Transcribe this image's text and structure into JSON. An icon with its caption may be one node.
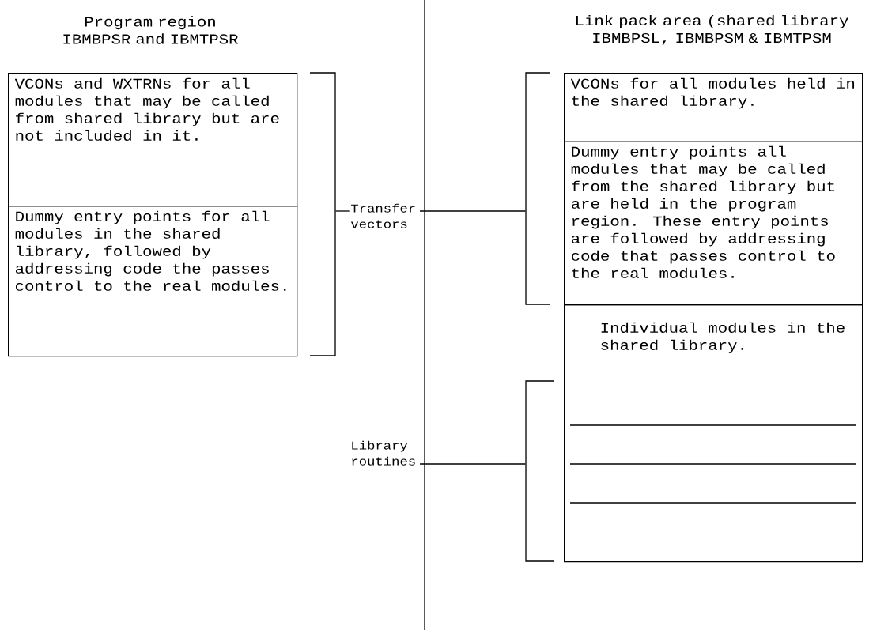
{
  "diagram": {
    "nodes": [
      {
        "text": [
          "VCONs and WXTRNs for all modules that may be called from shared library but are not included in it."
        ]
      },
      {
        "text": [
          "Dummy entry points for all modules in the shared library, followed by addressing code the passes control to the real modules."
        ]
      },
      {
        "text": [
          "Transfer vectors"
        ]
      },
      {
        "text": [
          "VCONs for all modules held in the shared library."
        ]
      },
      {
        "text": [
          "Dummy entry points all modules that may be called from the shared library but are held in the program region. These entry points are followed by addressing code that passes control to the real modules."
        ]
      },
      {
        "text": [
          "Individual modules in the shared library."
        ]
      },
      {
        "text": [
          "Library routines"
        ]
      },
      {
        "text": [],
        "shape": "bracket"
      },
      {
        "text": [],
        "shape": "bracket"
      },
      {
        "text": [],
        "shape": "bracket"
      }
    ],
    "edges": [
      {
        "from": 2,
        "to": 7,
        "arrow": "none"
      },
      {
        "from": 2,
        "to": 8,
        "arrow": "none"
      },
      {
        "from": 6,
        "to": 9,
        "arrow": "none"
      }
    ],
    "labels": [
      "Program region IBMBPSR and IBMTPSR",
      "Link pack area (shared library IBMBPSL, IBMBPSM & IBMTPSM"
    ]
  }
}
